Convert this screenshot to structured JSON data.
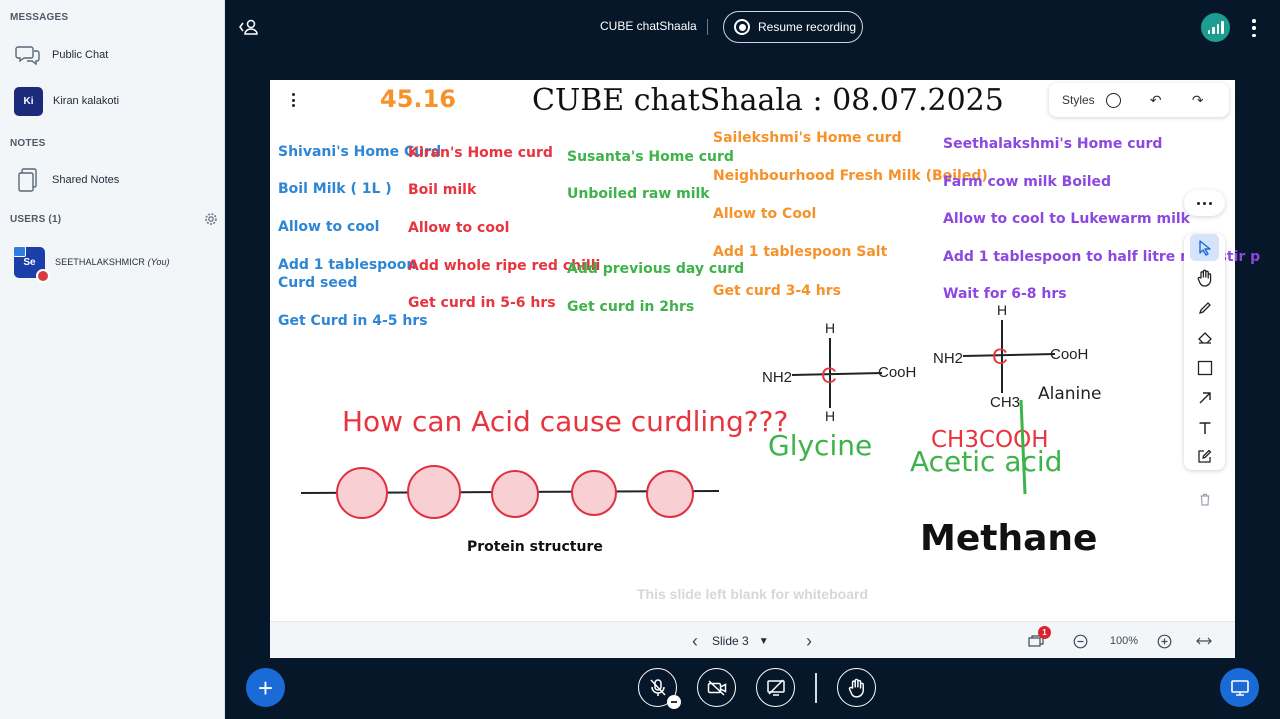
{
  "sidebar": {
    "messages_title": "MESSAGES",
    "public_chat": "Public Chat",
    "private_chat": {
      "initials": "Ki",
      "name": "Kiran kalakoti"
    },
    "notes_title": "NOTES",
    "shared_notes": "Shared Notes",
    "users_title": "USERS (1)",
    "current_user": {
      "initials": "Se",
      "name": "SEETHALAKSHMICR",
      "you_tag": "(You)"
    }
  },
  "topbar": {
    "title": "CUBE chatShaala",
    "recording_label": "Resume recording"
  },
  "whiteboard": {
    "styles_label": "Styles",
    "timer": "45.16",
    "heading": "CUBE chatShaala : 08.07.2025",
    "columns": [
      {
        "color": "#2e86d4",
        "lines": [
          "Shivani's Home Curd",
          "Boil Milk ( 1L )",
          "Allow to cool",
          "Add 1 tablespoon",
          "Curd seed",
          "Get Curd in 4-5 hrs"
        ]
      },
      {
        "color": "#e8343f",
        "lines": [
          "Kiran's Home  curd",
          "Boil milk",
          "Allow to cool",
          "Add whole ripe red chilli",
          "Get curd  in 5-6 hrs"
        ]
      },
      {
        "color": "#3db34a",
        "lines": [
          "Susanta's Home curd",
          "Unboiled raw milk",
          "Add previous day curd",
          "Get curd in 2hrs"
        ]
      },
      {
        "color": "#f7922b",
        "lines": [
          "Sailekshmi's Home curd",
          "Neighbourhood Fresh Milk (Boiled)",
          "Allow to Cool",
          "Add  1 tablespoon Salt",
          "Get curd 3-4 hrs"
        ]
      },
      {
        "color": "#8c48e0",
        "lines": [
          "Seethalakshmi's Home curd",
          "Farm cow milk Boiled",
          "Allow to cool to Lukewarm  milk",
          "Add 1 tablespoon to half litre milk stir p",
          "Wait for 6-8 hrs"
        ]
      }
    ],
    "question": "How can Acid cause curdling???",
    "protein_label": "Protein structure",
    "glycine": {
      "h_top": "H",
      "nh2": "NH2",
      "c": "C",
      "cooh": "CooH",
      "h_bottom": "H",
      "name": "Glycine"
    },
    "alanine": {
      "h_top": "H",
      "nh2": "NH2",
      "c": "C",
      "cooh": "CooH",
      "ch3": "CH3",
      "name": "Alanine"
    },
    "acetic_formula": "CH3COOH",
    "acetic_name": "Acetic acid",
    "methane": "Methane",
    "blank_note": "This slide left blank for whiteboard",
    "slide_label": "Slide 3",
    "zoom": "100%",
    "notification_count": "1"
  },
  "colors": {
    "blue": "#2e86d4",
    "red": "#e8343f",
    "green": "#3db34a",
    "orange": "#f7922b",
    "purple": "#8c48e0"
  }
}
